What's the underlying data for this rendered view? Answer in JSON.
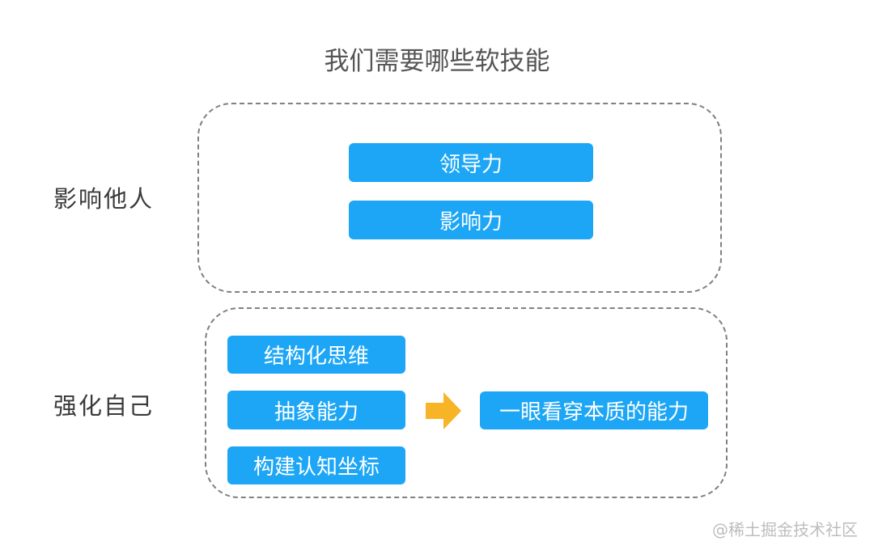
{
  "title": "我们需要哪些软技能",
  "groups": [
    {
      "label": "影响他人",
      "skills": [
        "领导力",
        "影响力"
      ]
    },
    {
      "label": "强化自己",
      "skills": [
        "结构化思维",
        "抽象能力",
        "构建认知坐标"
      ],
      "result": "一眼看穿本质的能力"
    }
  ],
  "colors": {
    "skill_fill": "#1da6f5",
    "arrow_fill": "#f7b426",
    "border": "#808080"
  },
  "icons": {
    "arrow": "arrow-right-icon"
  },
  "watermark": "@稀土掘金技术社区"
}
